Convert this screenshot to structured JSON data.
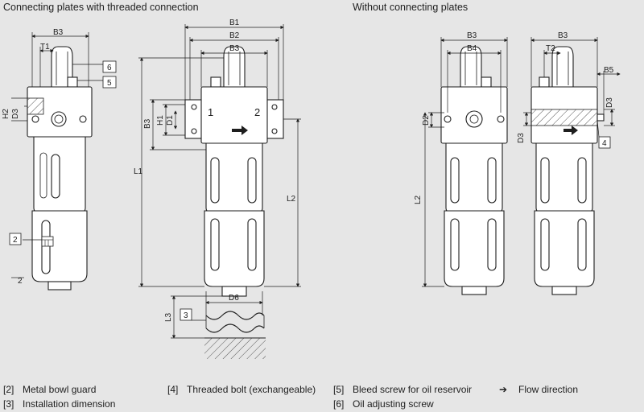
{
  "headings": {
    "left": "Connecting plates with threaded connection",
    "right": "Without connecting plates"
  },
  "dimension_labels": {
    "view1": {
      "b3": "B3",
      "t1": "T1",
      "h2": "H2",
      "d3": "D3",
      "callout_6": "6",
      "callout_5": "5",
      "callout_2": "2",
      "bottom": "2"
    },
    "view2": {
      "b1": "B1",
      "b2": "B2",
      "b3": "B3",
      "b3_vertical": "B3",
      "h1": "H1",
      "d1": "D1",
      "l1": "L1",
      "l2": "L2",
      "d6": "D6",
      "l3": "L3",
      "callout_3": "3",
      "port_1": "1",
      "port_2": "2"
    },
    "view3": {
      "b3": "B3",
      "b4": "B4",
      "d2": "D2",
      "l2": "L2"
    },
    "view4": {
      "b3": "B3",
      "t2": "T2",
      "b5": "B5",
      "d3_right": "D3",
      "d3_left": "D3",
      "callout_4": "4"
    }
  },
  "legend": [
    {
      "number": "[2]",
      "text": "Metal bowl guard"
    },
    {
      "number": "[3]",
      "text": "Installation dimension"
    },
    {
      "number": "[4]",
      "text": "Threaded bolt (exchangeable)"
    },
    {
      "number": "[5]",
      "text": "Bleed screw for oil reservoir"
    },
    {
      "number": "[6]",
      "text": "Oil adjusting screw"
    },
    {
      "number": "➔",
      "text": "Flow direction"
    }
  ]
}
